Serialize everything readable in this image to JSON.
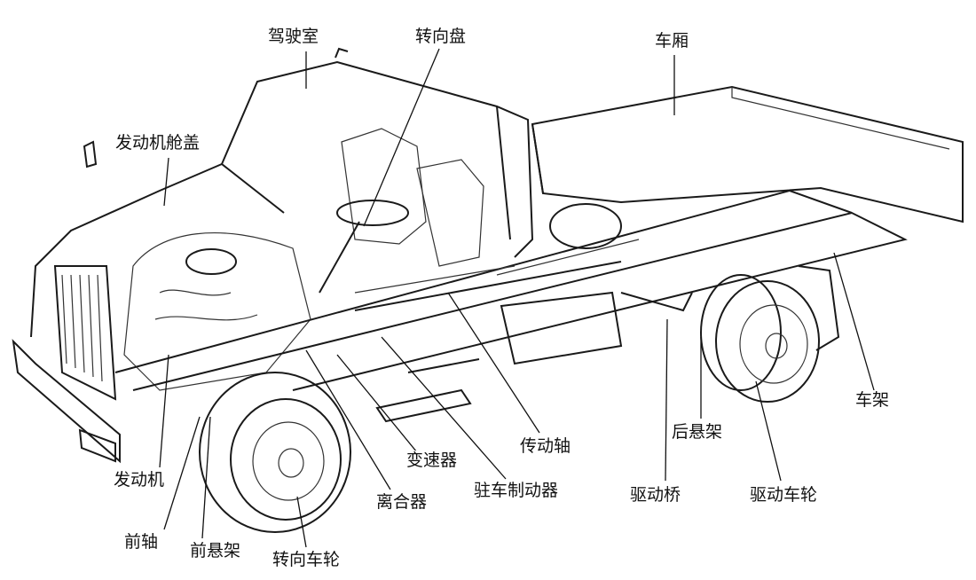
{
  "title": "汽车总体构造",
  "labels": {
    "cab": "驾驶室",
    "steering_wheel": "转向盘",
    "cargo_box": "车厢",
    "hood": "发动机舱盖",
    "frame": "车架",
    "rear_suspension": "后悬架",
    "drive_shaft": "传动轴",
    "transmission": "变速器",
    "drive_axle": "驱动桥",
    "drive_wheel": "驱动车轮",
    "parking_brake": "驻车制动器",
    "clutch": "离合器",
    "engine": "发动机",
    "front_axle": "前轴",
    "front_suspension": "前悬架",
    "steered_wheel": "转向车轮"
  }
}
